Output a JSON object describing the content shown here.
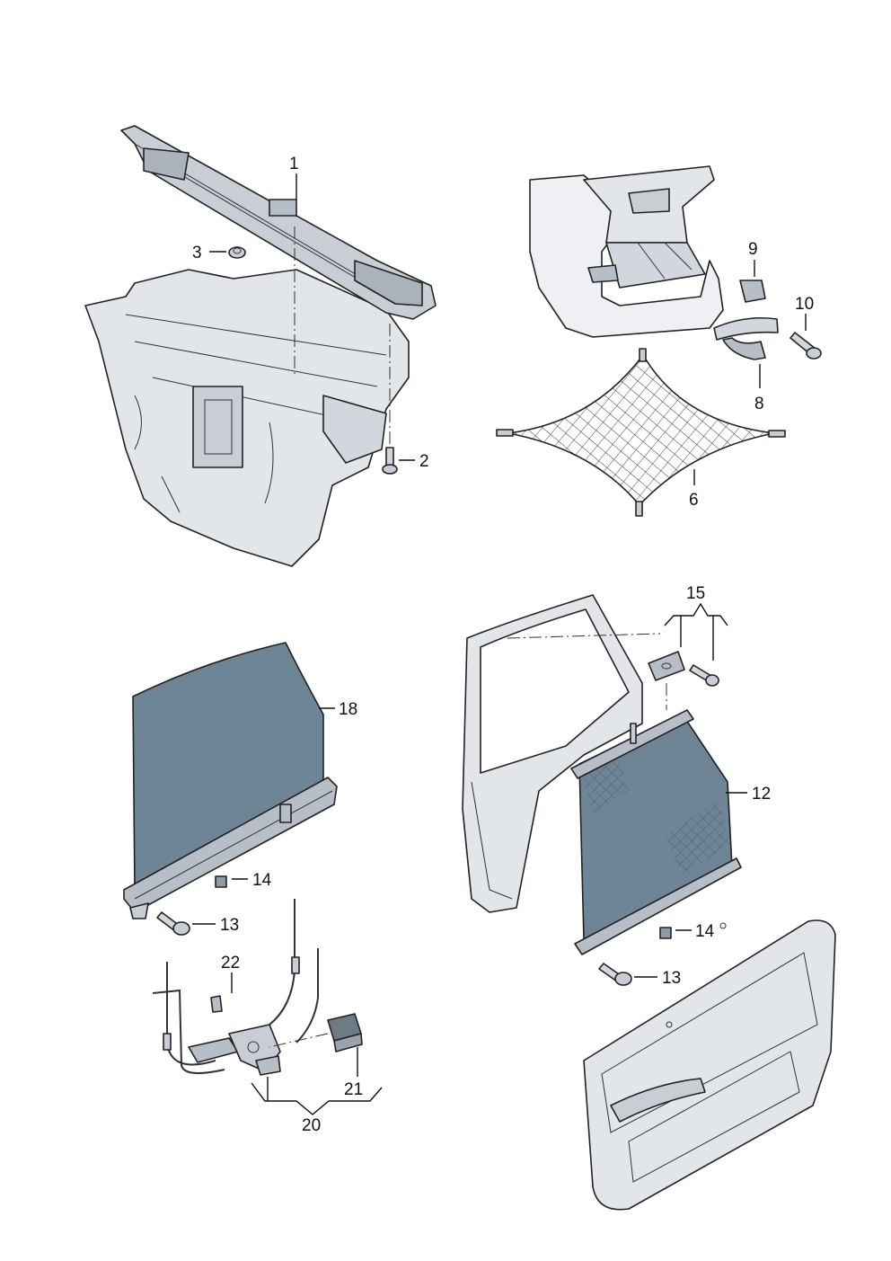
{
  "callouts": {
    "c1": "1",
    "c2": "2",
    "c3": "3",
    "c6": "6",
    "c8": "8",
    "c9": "9",
    "c10": "10",
    "c12": "12",
    "c13a": "13",
    "c13b": "13",
    "c14a": "14",
    "c14b": "14",
    "c15": "15",
    "c18": "18",
    "c20": "20",
    "c21": "21",
    "c22": "22"
  },
  "colors": {
    "panel_light": "#e2e5ea",
    "panel_mid": "#c9ced6",
    "shade_dark": "#6e8596",
    "shade_frame": "#b7bec7",
    "net_line": "#333333"
  }
}
